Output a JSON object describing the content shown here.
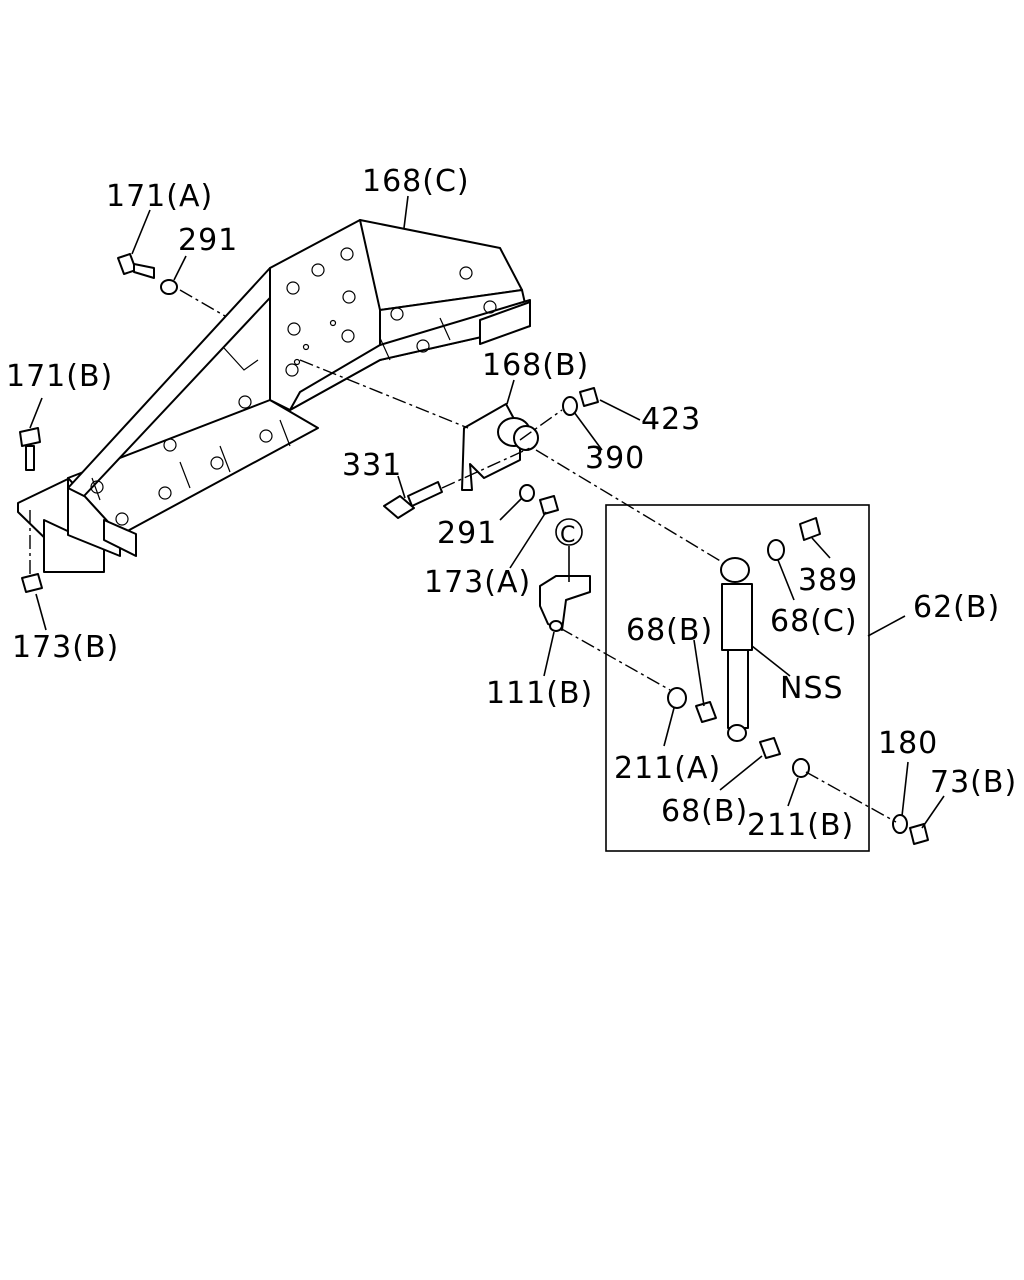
{
  "labels": {
    "l168C": "168(C)",
    "l171A": "171(A)",
    "l291a": "291",
    "l171B": "171(B)",
    "l168B": "168(B)",
    "l423": "423",
    "l390": "390",
    "l331": "331",
    "l291b": "291",
    "l173A": "173(A)",
    "lC": "C",
    "l173B": "173(B)",
    "l389": "389",
    "l68C": "68(C)",
    "l62B": "62(B)",
    "l68Ba": "68(B)",
    "lNSS": "NSS",
    "l111B": "111(B)",
    "l211A": "211(A)",
    "l68Bb": "68(B)",
    "l211B": "211(B)",
    "l180": "180",
    "l73B": "73(B)"
  }
}
